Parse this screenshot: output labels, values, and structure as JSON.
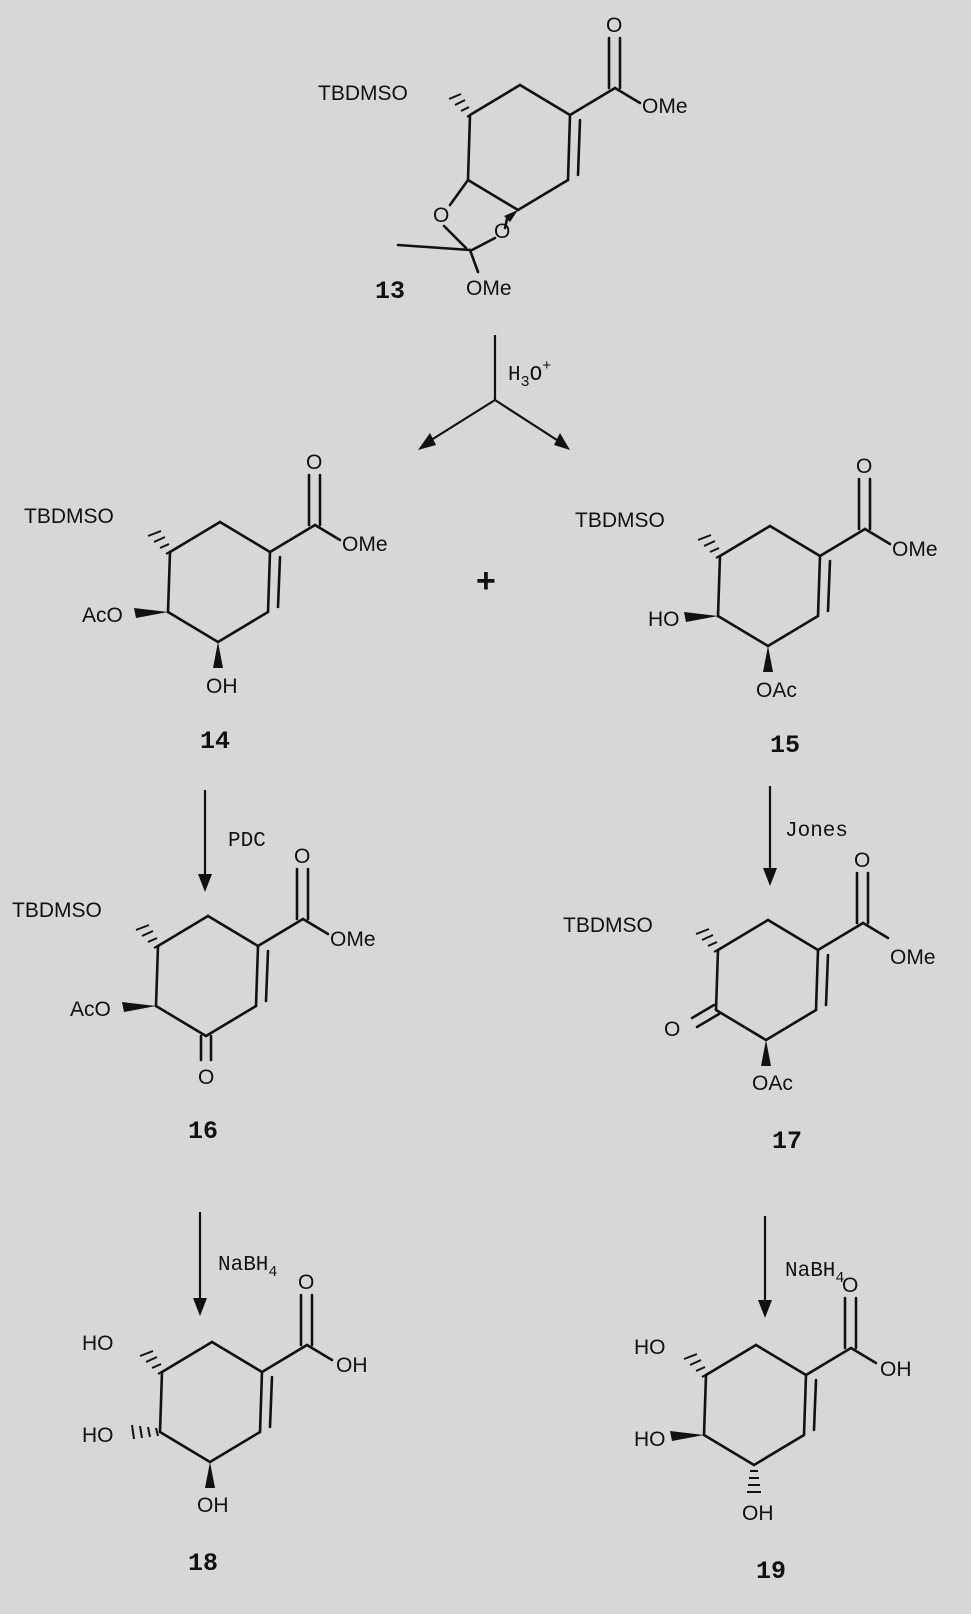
{
  "compounds": [
    {
      "id": "13",
      "groups": {
        "silyl": "TBDMSO",
        "ester_o": "O",
        "ester_ome": "OMe",
        "ring_o1": "O",
        "ring_o2": "O",
        "orthoester_ome": "OMe"
      }
    },
    {
      "id": "14",
      "groups": {
        "silyl": "TBDMSO",
        "ester_o": "O",
        "ester_ome": "OMe",
        "c4": "AcO",
        "c3": "OH"
      }
    },
    {
      "id": "15",
      "groups": {
        "silyl": "TBDMSO",
        "ester_o": "O",
        "ester_ome": "OMe",
        "c4": "HO",
        "c3": "OAc"
      }
    },
    {
      "id": "16",
      "groups": {
        "silyl": "TBDMSO",
        "ester_o": "O",
        "ester_ome": "OMe",
        "c4": "AcO",
        "c3": "O"
      }
    },
    {
      "id": "17",
      "groups": {
        "silyl": "TBDMSO",
        "ester_o": "O",
        "ester_ome": "OMe",
        "c4": "O",
        "c3": "OAc"
      }
    },
    {
      "id": "18",
      "groups": {
        "c5": "HO",
        "acid_o": "O",
        "acid_oh": "OH",
        "c4": "HO",
        "c3": "OH"
      }
    },
    {
      "id": "19",
      "groups": {
        "c5": "HO",
        "acid_o": "O",
        "acid_oh": "OH",
        "c4": "HO",
        "c3": "OH"
      }
    }
  ],
  "plus": "+",
  "reagents": {
    "acid": {
      "main": "H",
      "sub": "3",
      "tail": "O",
      "sup": "+"
    },
    "pdc": "PDC",
    "jones": "Jones",
    "nabh4_left": {
      "main": "NaBH",
      "sub": "4"
    },
    "nabh4_right": {
      "main": "NaBH",
      "sub": "4"
    }
  }
}
